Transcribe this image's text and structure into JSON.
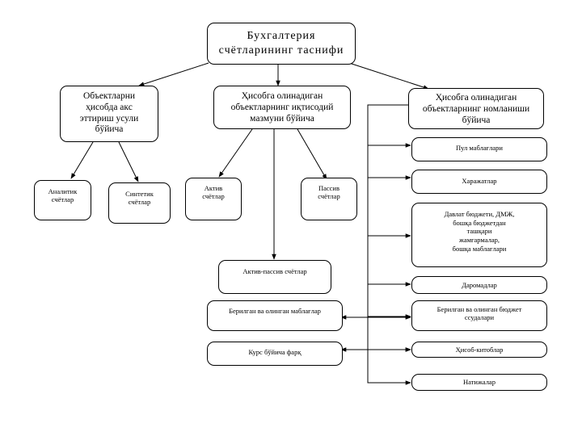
{
  "diagram": {
    "title": "Бухгалтерия\nсчётларининг таснифи",
    "branches": {
      "left": "Объектларни\nҳисобда акс\nэттириш усули\nбўйича",
      "middle": "Ҳисобга олинадиган\nобъектларнинг иқтисодий\nмазмуни бўйича",
      "right": "Ҳисобга олинадиган\nобъектларнинг номланиши\nбўйича"
    },
    "left_children": [
      "Аналитик\nсчётлар",
      "Синтетик\nсчётлар"
    ],
    "middle_children": {
      "active": "Актив\nсчётлар",
      "passive": "Пассив\nсчётлар",
      "active_passive": "Актив-пассив счётлар",
      "given_received": "Берилган ва олинган маблағлар",
      "exchange_diff": "Курс бўйича фарқ"
    },
    "right_children": [
      "Пул маблағлари",
      "Харажатлар",
      "Давлат бюджети, ДМЖ,\nбошқа бюджетдан\nташқари\n     жамғармалар,\nбошқа маблағлари",
      "Даромадлар",
      "Берилган ва олинган бюджет\nссудалари",
      "Ҳисоб-китоблар",
      "Натижалар"
    ]
  }
}
